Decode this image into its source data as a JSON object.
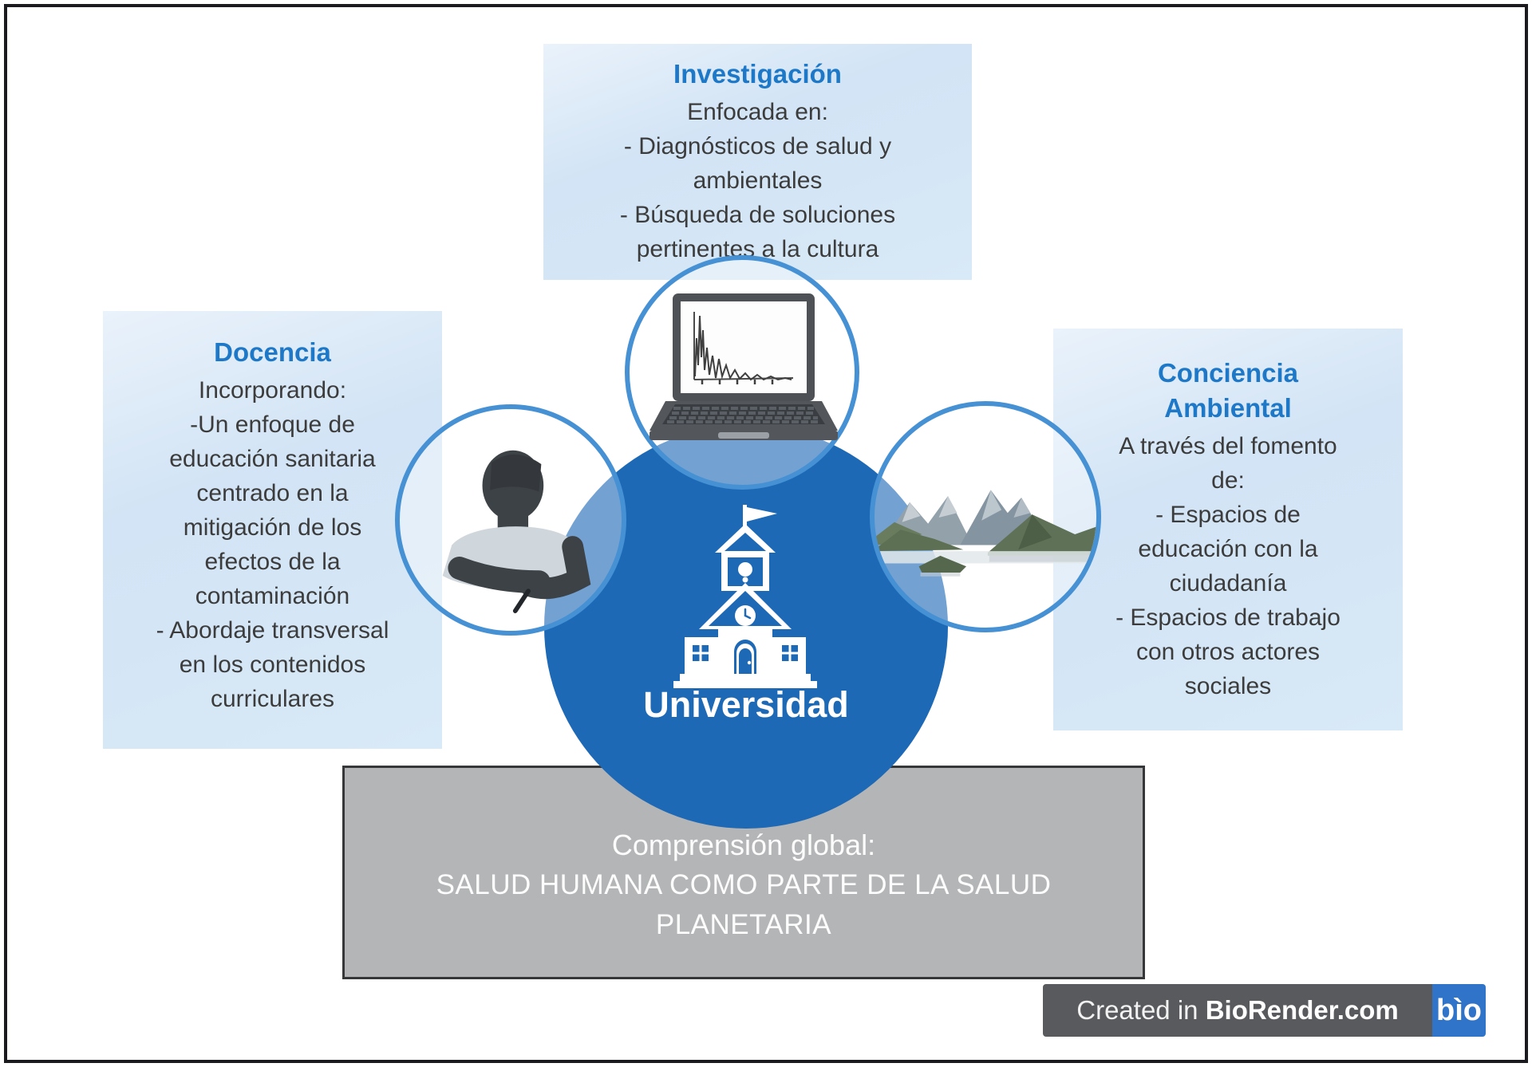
{
  "diagram": {
    "nodes": {
      "investigacion": {
        "title": "Investigación",
        "body": "Enfocada en:\n- Diagnósticos de salud y\nambientales\n- Búsqueda de soluciones\npertinentes a la cultura"
      },
      "docencia": {
        "title": "Docencia",
        "body": "Incorporando:\n-Un enfoque de\neducación sanitaria\ncentrado en la\nmitigación de los\nefectos de la\ncontaminación\n- Abordaje transversal\nen los contenidos\ncurriculares"
      },
      "conciencia_ambiental": {
        "title": "Conciencia\nAmbiental",
        "body": "A través del fomento\nde:\n- Espacios de\neducación con la\nciudadanía\n- Espacios de trabajo\ncon otros actores\nsociales"
      },
      "universidad": {
        "label": "Universidad"
      }
    },
    "banner": {
      "heading": "Comprensión global:",
      "message": "SALUD HUMANA COMO PARTE DE LA SALUD\nPLANETARIA"
    },
    "credit": {
      "prefix": "Created in ",
      "brand": "BioRender.com",
      "logo_text": "bìo"
    },
    "icons": {
      "laptop_chart": "laptop-chart-icon",
      "student_writing": "student-writing-icon",
      "mountain_lake": "mountain-lake-icon",
      "university_building": "university-building-icon"
    },
    "colors": {
      "heading_blue": "#1e78c8",
      "center_circle_blue": "#1d69b6",
      "circle_ring_blue": "#4690d4",
      "node_box_blue": "#d5e6f5",
      "banner_gray": "#b4b5b7",
      "banner_border": "#353739",
      "credit_gray": "#595a5e",
      "credit_logo_blue": "#2f74c8",
      "body_text": "#3c3c3c",
      "banner_text": "#fdfdfd"
    }
  }
}
